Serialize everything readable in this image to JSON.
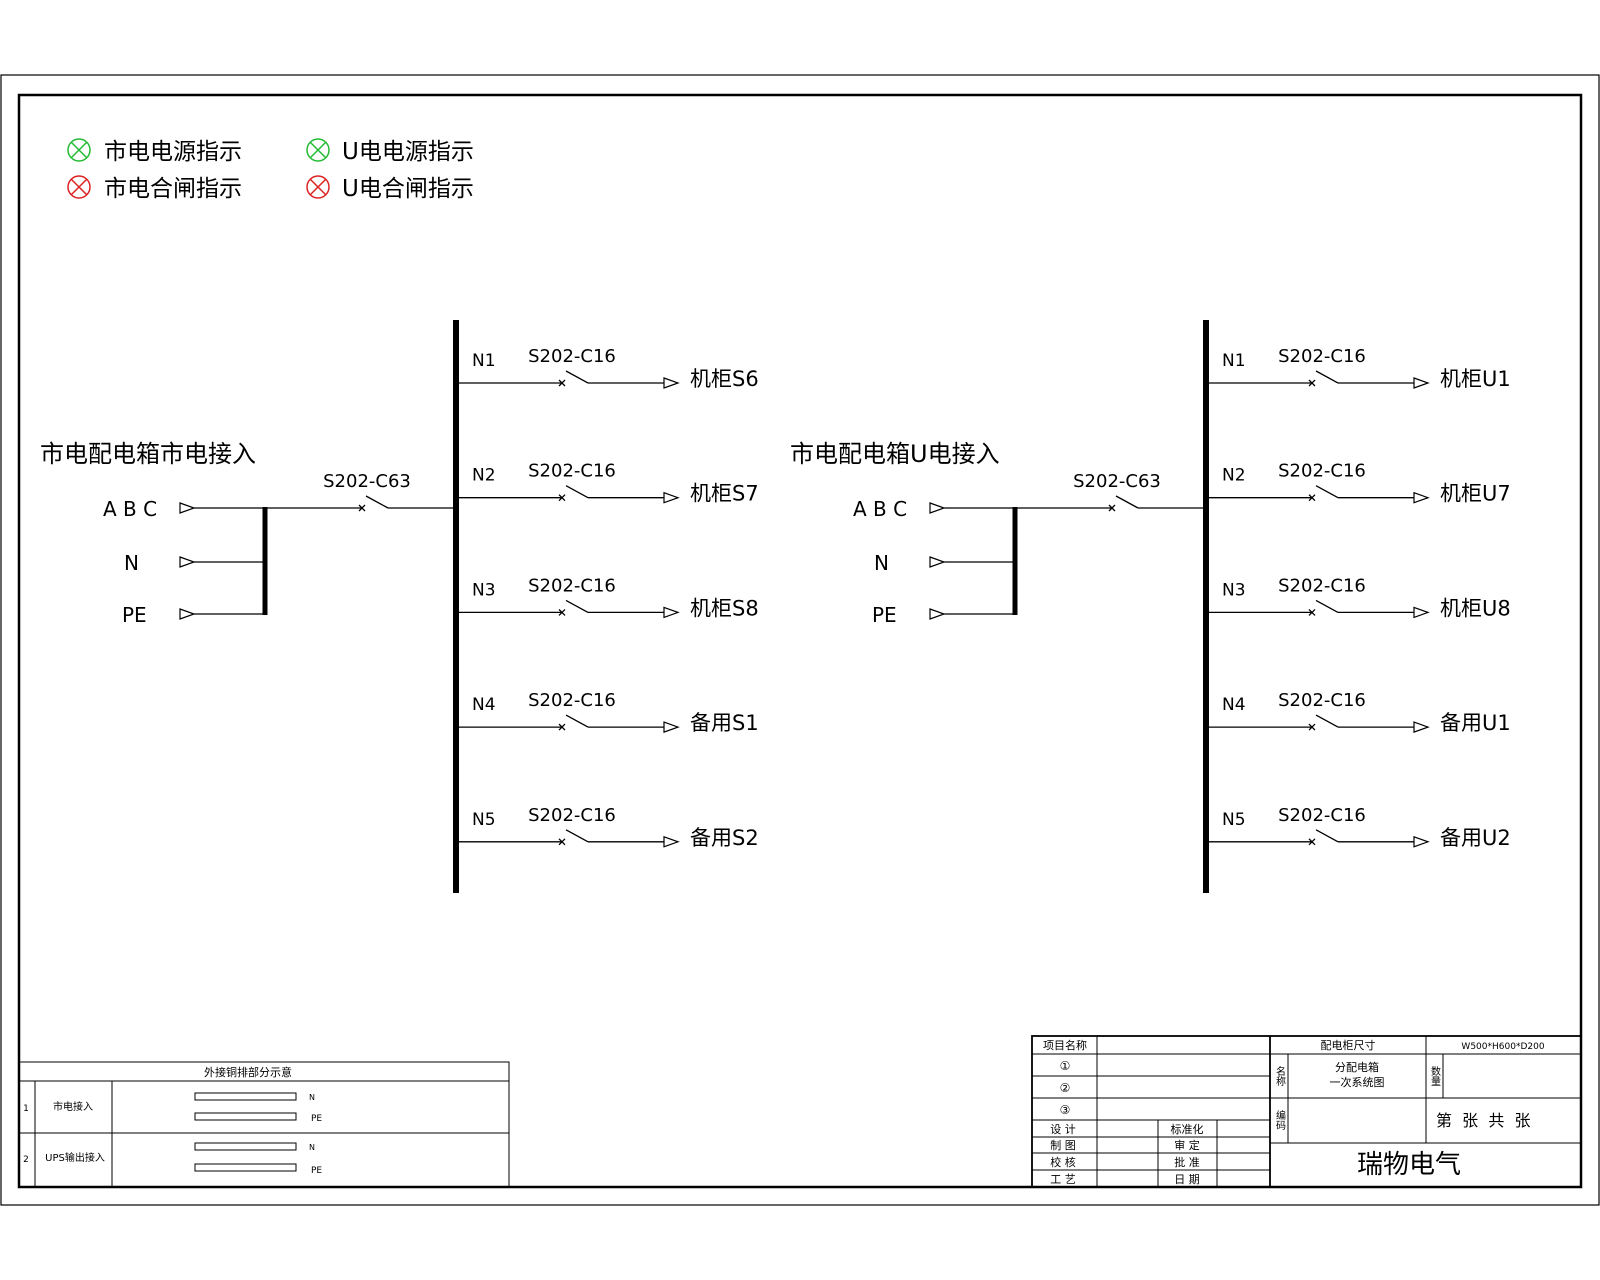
{
  "legend": [
    {
      "text": "市电电源指示",
      "color": "#22bb33"
    },
    {
      "text": "U电电源指示",
      "color": "#22bb33"
    },
    {
      "text": "市电合闸指示",
      "color": "#dd2222"
    },
    {
      "text": "U电合闸指示",
      "color": "#dd2222"
    }
  ],
  "systems": [
    {
      "title": "市电配电箱市电接入",
      "inputs": [
        "A B C",
        "N",
        "PE"
      ],
      "main_breaker": "S202-C63",
      "branches": [
        {
          "no": "N1",
          "breaker": "S202-C16",
          "load": "机柜S6"
        },
        {
          "no": "N2",
          "breaker": "S202-C16",
          "load": "机柜S7"
        },
        {
          "no": "N3",
          "breaker": "S202-C16",
          "load": "机柜S8"
        },
        {
          "no": "N4",
          "breaker": "S202-C16",
          "load": "备用S1"
        },
        {
          "no": "N5",
          "breaker": "S202-C16",
          "load": "备用S2"
        }
      ]
    },
    {
      "title": "市电配电箱U电接入",
      "inputs": [
        "A B C",
        "N",
        "PE"
      ],
      "main_breaker": "S202-C63",
      "branches": [
        {
          "no": "N1",
          "breaker": "S202-C16",
          "load": "机柜U1"
        },
        {
          "no": "N2",
          "breaker": "S202-C16",
          "load": "机柜U7"
        },
        {
          "no": "N3",
          "breaker": "S202-C16",
          "load": "机柜U8"
        },
        {
          "no": "N4",
          "breaker": "S202-C16",
          "load": "备用U1"
        },
        {
          "no": "N5",
          "breaker": "S202-C16",
          "load": "备用U2"
        }
      ]
    }
  ],
  "busbar_table": {
    "title": "外接铜排部分示意",
    "rows": [
      {
        "no": "1",
        "name": "市电接入",
        "bars": [
          "N",
          "PE"
        ]
      },
      {
        "no": "2",
        "name": "UPS输出接入",
        "bars": [
          "N",
          "PE"
        ]
      }
    ]
  },
  "title_block": {
    "project_name": "项目名称",
    "circled": [
      "①",
      "②",
      "③"
    ],
    "roles": [
      "设 计",
      "制 图",
      "校 核",
      "工 艺"
    ],
    "roles2": [
      "标准化",
      "审 定",
      "批 准",
      "日 期"
    ],
    "cabinet_size_label": "配电柜尺寸",
    "cabinet_size": "W500*H600*D200",
    "name_label": "名称",
    "drawing_name": [
      "分配电箱",
      "一次系统图"
    ],
    "qty_label": "数量",
    "code_label": "编码",
    "sheet": "第  张  共  张",
    "company": "瑞物电气"
  }
}
